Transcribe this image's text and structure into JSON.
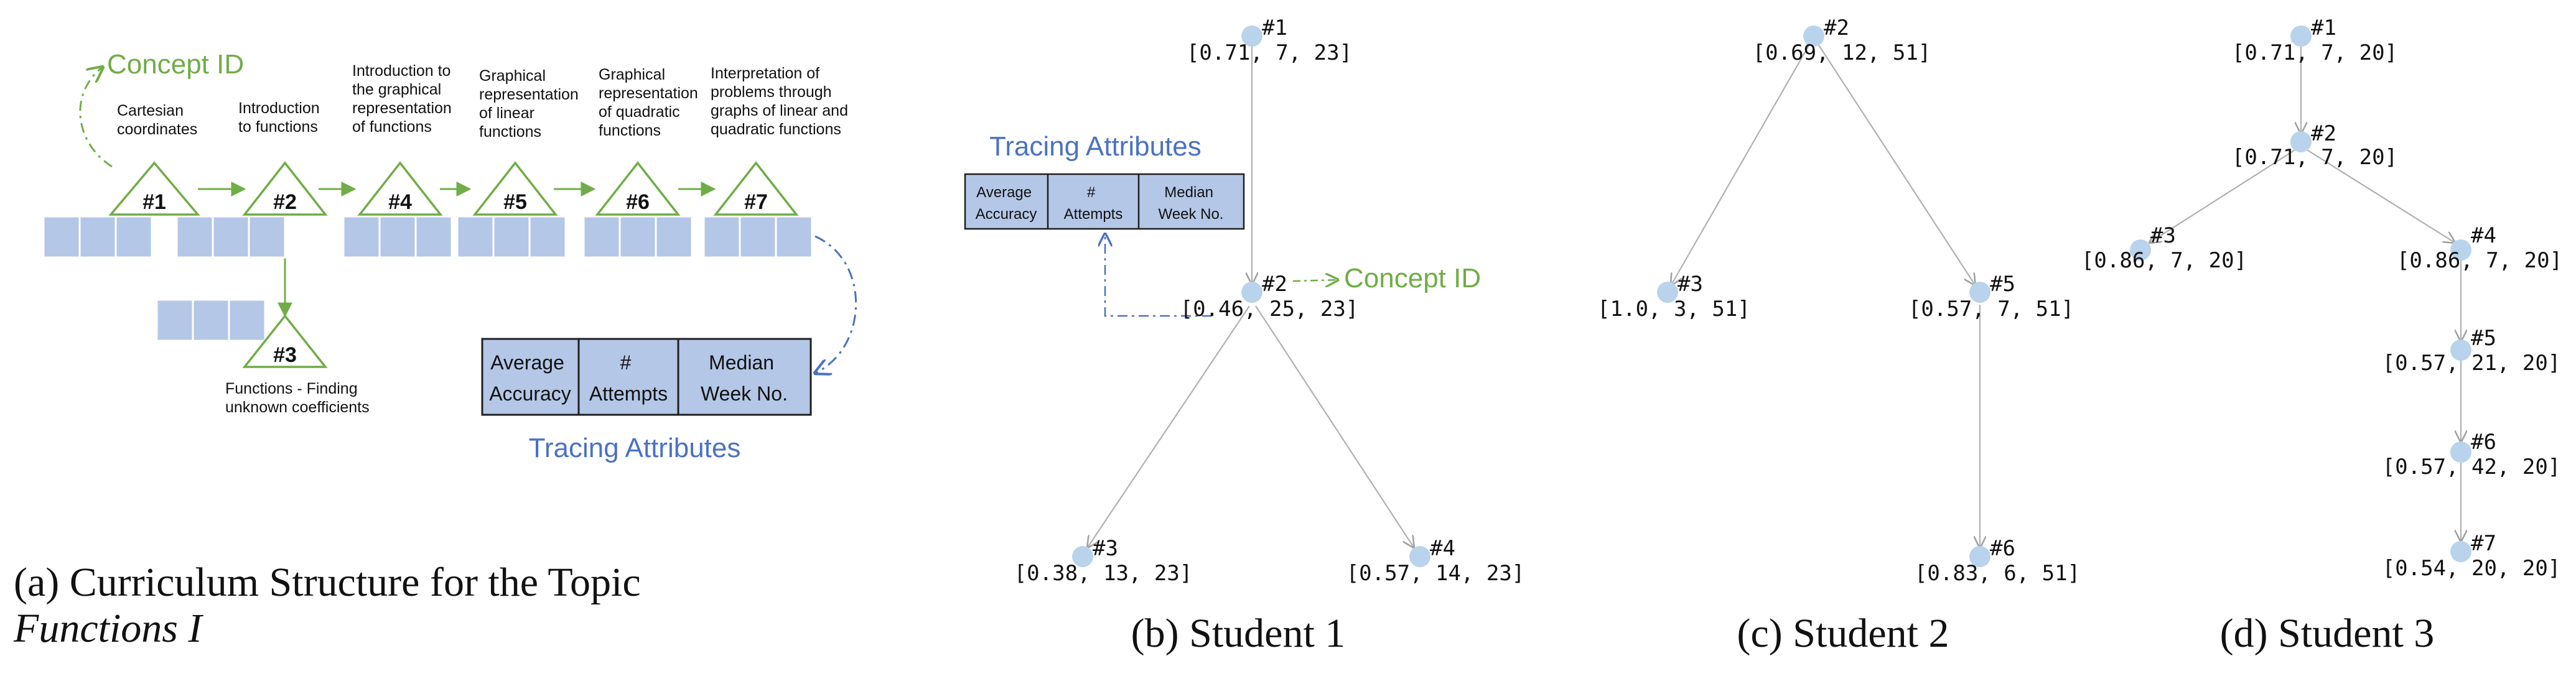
{
  "colors": {
    "green": "#70ad47",
    "blue": "#4a72c4",
    "cell_fill": "#b4c7e7",
    "node_fill": "#b9d3ec",
    "edge": "#b0b0b0"
  },
  "panel_a": {
    "caption_line1": "(a) Curriculum Structure for the Topic",
    "caption_line2": "Functions I",
    "concept_id_label": "Concept ID",
    "tracing_attributes_title": "Tracing Attributes",
    "attribute_headers": [
      [
        "Average",
        "Accuracy"
      ],
      [
        "#",
        "Attempts"
      ],
      [
        "Median",
        "Week No."
      ]
    ],
    "concepts": [
      {
        "id": "#1",
        "desc": [
          "Cartesian",
          "coordinates"
        ]
      },
      {
        "id": "#2",
        "desc": [
          "Introduction",
          "to functions"
        ]
      },
      {
        "id": "#3",
        "desc": [
          "Functions - Finding",
          "unknown coefficients"
        ]
      },
      {
        "id": "#4",
        "desc": [
          "Introduction to",
          "the graphical",
          "representation",
          "of functions"
        ]
      },
      {
        "id": "#5",
        "desc": [
          "Graphical",
          "representation",
          "of linear",
          "functions"
        ]
      },
      {
        "id": "#6",
        "desc": [
          "Graphical",
          "representation",
          "of quadratic",
          "functions"
        ]
      },
      {
        "id": "#7",
        "desc": [
          "Interpretation of",
          "problems through",
          "graphs of linear and",
          "quadratic functions"
        ]
      }
    ]
  },
  "panel_b": {
    "caption": "(b) Student 1",
    "tracing_attributes_title": "Tracing Attributes",
    "concept_id_label": "Concept ID",
    "attribute_headers": [
      [
        "Average",
        "Accuracy"
      ],
      [
        "#",
        "Attempts"
      ],
      [
        "Median",
        "Week No."
      ]
    ],
    "nodes": [
      {
        "id": "#1",
        "values": "[0.71, 7, 23]"
      },
      {
        "id": "#2",
        "values": "[0.46, 25, 23]"
      },
      {
        "id": "#3",
        "values": "[0.38, 13, 23]"
      },
      {
        "id": "#4",
        "values": "[0.57, 14, 23]"
      }
    ]
  },
  "panel_c": {
    "caption": "(c) Student 2",
    "nodes": [
      {
        "id": "#2",
        "values": "[0.69, 12, 51]"
      },
      {
        "id": "#3",
        "values": "[1.0, 3, 51]"
      },
      {
        "id": "#5",
        "values": "[0.57, 7, 51]"
      },
      {
        "id": "#6",
        "values": "[0.83, 6, 51]"
      }
    ]
  },
  "panel_d": {
    "caption": "(d) Student 3",
    "nodes": [
      {
        "id": "#1",
        "values": "[0.71, 7, 20]"
      },
      {
        "id": "#2",
        "values": "[0.71, 7, 20]"
      },
      {
        "id": "#3",
        "values": "[0.86, 7, 20]"
      },
      {
        "id": "#4",
        "values": "[0.86, 7, 20]"
      },
      {
        "id": "#5",
        "values": "[0.57, 21, 20]"
      },
      {
        "id": "#6",
        "values": "[0.57, 42, 20]"
      },
      {
        "id": "#7",
        "values": "[0.54, 20, 20]"
      }
    ]
  }
}
